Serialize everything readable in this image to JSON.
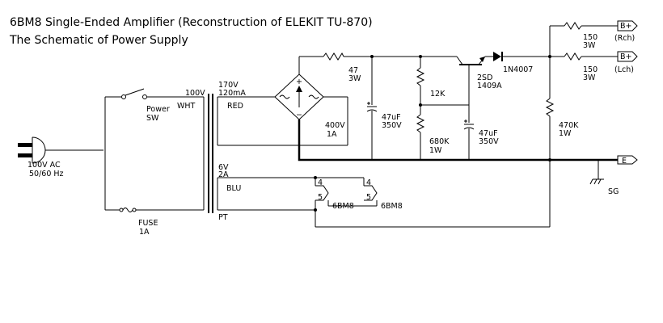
{
  "title_line1": "6BM8 Single-Ended Amplifier (Reconstruction of ELEKIT TU-870)",
  "title_line2": "The Schematic of Power Supply",
  "labels": {
    "ac_in": "100V AC",
    "ac_freq": "50/60 Hz",
    "sw_name": "Power",
    "sw_type": "SW",
    "fuse_name": "FUSE",
    "fuse_rating": "1A",
    "primary_voltage": "100V",
    "primary_wire": "WHT",
    "pt": "PT",
    "hv_voltage": "170V",
    "hv_current": "120mA",
    "hv_wire": "RED",
    "heater_voltage": "6V",
    "heater_current": "2A",
    "heater_wire": "BLU",
    "bridge_voltage": "400V",
    "bridge_current": "1A",
    "r1_value": "47",
    "r1_watt": "3W",
    "c1_value": "47uF",
    "c1_volt": "350V",
    "r2_value": "12K",
    "r3_value": "680K",
    "r3_watt": "1W",
    "c2_value": "47uF",
    "c2_volt": "350V",
    "q_part1": "2SD",
    "q_part2": "1409A",
    "d_part": "1N4007",
    "r4_value": "470K",
    "r4_watt": "1W",
    "r5_value": "150",
    "r5_watt": "3W",
    "r6_value": "150",
    "r6_watt": "3W",
    "out_rch_term": "B+",
    "out_rch": "(Rch)",
    "out_lch_term": "B+",
    "out_lch": "(Lch)",
    "out_e": "E",
    "sg": "SG",
    "tube_pin4a": "4",
    "tube_pin5a": "5",
    "tube_a": "6BM8",
    "tube_pin4b": "4",
    "tube_pin5b": "5",
    "tube_b": "6BM8",
    "bridge_plus": "+",
    "bridge_minus": "−"
  }
}
